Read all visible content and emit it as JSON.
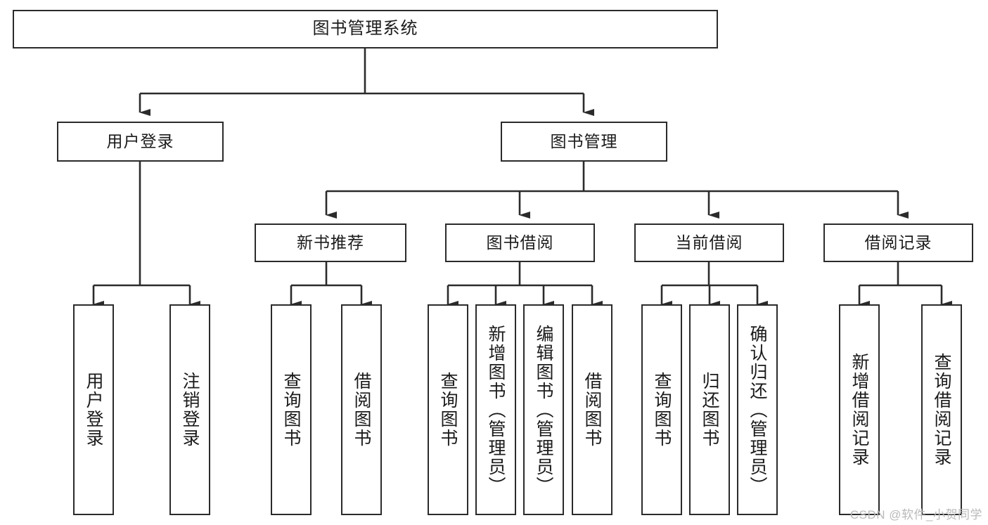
{
  "diagram": {
    "title": "图书管理系统",
    "watermark": "CSDN @软件_小贺同学",
    "colors": {
      "stroke": "#2b2b2b",
      "fill": "#ffffff",
      "text": "#1b1b1b",
      "watermark": "#b9b9b9"
    },
    "nodes": {
      "root": {
        "label": "图书管理系统"
      },
      "level2": [
        {
          "id": "user-login",
          "label": "用户登录"
        },
        {
          "id": "book-manage",
          "label": "图书管理"
        }
      ],
      "level3": [
        {
          "id": "new-book-recommend",
          "label": "新书推荐"
        },
        {
          "id": "book-borrow",
          "label": "图书借阅"
        },
        {
          "id": "current-borrow",
          "label": "当前借阅"
        },
        {
          "id": "borrow-record",
          "label": "借阅记录"
        }
      ],
      "leaves": [
        {
          "id": "leaf-user-login",
          "label": "用户登录"
        },
        {
          "id": "leaf-logout-login",
          "label": "注销登录"
        },
        {
          "id": "leaf-query-book-1",
          "label": "查询图书"
        },
        {
          "id": "leaf-borrow-book-1",
          "label": "借阅图书"
        },
        {
          "id": "leaf-query-book-2",
          "label": "查询图书"
        },
        {
          "id": "leaf-add-book-admin",
          "label": "新增图书（管理员）"
        },
        {
          "id": "leaf-edit-book-admin",
          "label": "编辑图书（管理员）"
        },
        {
          "id": "leaf-borrow-book-2",
          "label": "借阅图书"
        },
        {
          "id": "leaf-query-book-3",
          "label": "查询图书"
        },
        {
          "id": "leaf-return-book",
          "label": "归还图书"
        },
        {
          "id": "leaf-confirm-return-admin",
          "label": "确认归还（管理员）"
        },
        {
          "id": "leaf-add-borrow-record",
          "label": "新增借阅记录"
        },
        {
          "id": "leaf-query-borrow-record",
          "label": "查询借阅记录"
        }
      ]
    }
  },
  "chart_data": {
    "type": "tree",
    "title": "图书管理系统",
    "orientation": "top-down",
    "tree": {
      "name": "图书管理系统",
      "children": [
        {
          "name": "用户登录",
          "children": [
            {
              "name": "用户登录"
            },
            {
              "name": "注销登录"
            }
          ]
        },
        {
          "name": "图书管理",
          "children": [
            {
              "name": "新书推荐",
              "children": [
                {
                  "name": "查询图书"
                },
                {
                  "name": "借阅图书"
                }
              ]
            },
            {
              "name": "图书借阅",
              "children": [
                {
                  "name": "查询图书"
                },
                {
                  "name": "新增图书（管理员）"
                },
                {
                  "name": "编辑图书（管理员）"
                },
                {
                  "name": "借阅图书"
                }
              ]
            },
            {
              "name": "当前借阅",
              "children": [
                {
                  "name": "查询图书"
                },
                {
                  "name": "归还图书"
                },
                {
                  "name": "确认归还（管理员）"
                }
              ]
            },
            {
              "name": "借阅记录",
              "children": [
                {
                  "name": "新增借阅记录"
                },
                {
                  "name": "查询借阅记录"
                }
              ]
            }
          ]
        }
      ]
    }
  }
}
